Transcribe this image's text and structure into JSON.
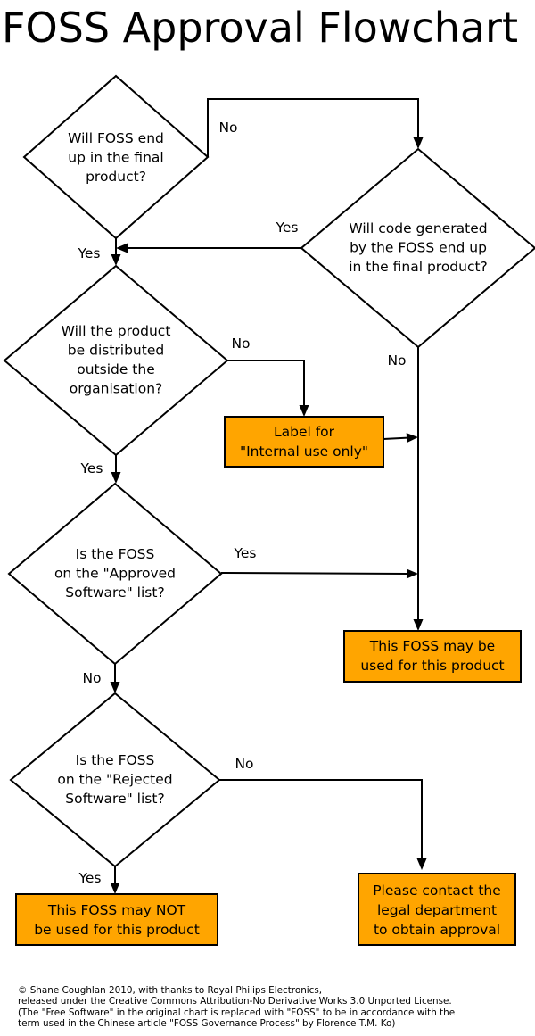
{
  "title": "FOSS Approval Flowchart",
  "nodes": {
    "d1": {
      "shape": "decision",
      "lines": [
        "Will FOSS end",
        "up in the final",
        "product?"
      ]
    },
    "d2": {
      "shape": "decision",
      "lines": [
        "Will code generated",
        "by the FOSS end up",
        "in the final product?"
      ]
    },
    "d3": {
      "shape": "decision",
      "lines": [
        "Will the product",
        "be distributed",
        "outside the",
        "organisation?"
      ]
    },
    "d4": {
      "shape": "decision",
      "lines": [
        "Is the FOSS",
        "on the \"Approved",
        "Software\" list?"
      ]
    },
    "d5": {
      "shape": "decision",
      "lines": [
        "Is the FOSS",
        "on the \"Rejected",
        "Software\" list?"
      ]
    },
    "label": {
      "shape": "box",
      "lines": [
        "Label for",
        "\"Internal use only\""
      ]
    },
    "may": {
      "shape": "box",
      "lines": [
        "This FOSS may be",
        "used for this product"
      ]
    },
    "maynot": {
      "shape": "box",
      "lines": [
        "This FOSS may NOT",
        "be used for this product"
      ]
    },
    "contact": {
      "shape": "box",
      "lines": [
        "Please contact the",
        "legal department",
        "to obtain approval"
      ]
    }
  },
  "edges": [
    {
      "id": "d1-d2",
      "from": "d1",
      "to": "d2",
      "label": "No"
    },
    {
      "id": "d1-d3",
      "from": "d1",
      "to": "d3",
      "label": "Yes"
    },
    {
      "id": "d2-d3",
      "from": "d2",
      "to": "d3",
      "label": "Yes"
    },
    {
      "id": "d2-may",
      "from": "d2",
      "to": "may",
      "label": "No"
    },
    {
      "id": "d3-label",
      "from": "d3",
      "to": "label",
      "label": "No"
    },
    {
      "id": "label-may",
      "from": "label",
      "to": "may",
      "label": ""
    },
    {
      "id": "d3-d4",
      "from": "d3",
      "to": "d4",
      "label": "Yes"
    },
    {
      "id": "d4-may",
      "from": "d4",
      "to": "may",
      "label": "Yes"
    },
    {
      "id": "d4-d5",
      "from": "d4",
      "to": "d5",
      "label": "No"
    },
    {
      "id": "d5-maynot",
      "from": "d5",
      "to": "maynot",
      "label": "Yes"
    },
    {
      "id": "d5-contact",
      "from": "d5",
      "to": "contact",
      "label": "No"
    }
  ],
  "credit": {
    "lines": [
      "© Shane Coughlan 2010, with thanks to Royal Philips Electronics,",
      "released under the Creative Commons Attribution-No Derivative Works 3.0 Unported License.",
      "(The \"Free Software\" in the original chart is replaced with \"FOSS\" to be in accordance with the",
      "term used in the Chinese article \"FOSS Governance Process\" by Florence T.M. Ko)"
    ]
  }
}
